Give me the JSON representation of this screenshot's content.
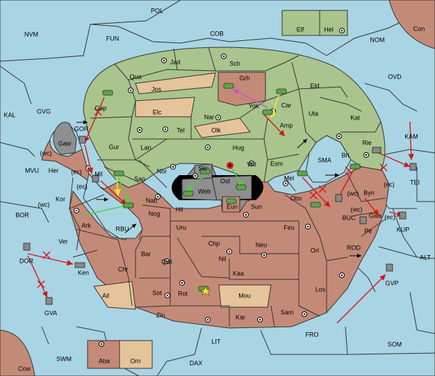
{
  "map": {
    "labels": {
      "pol": "POL",
      "nvm": "NVM",
      "fun": "FUN",
      "cob": "COB",
      "nom": "NOM",
      "con": "Con",
      "elf": "Elf",
      "hel": "Hel",
      "ovd": "OVD",
      "kal": "KAL",
      "gvg": "GVG",
      "mvu": "MVU",
      "bor": "BOR",
      "kam": "KAM",
      "tei": "TEI",
      "alt": "ALT",
      "kup": "KUP",
      "buc": "BUC",
      "rod": "ROD",
      "gvp": "GVP",
      "som": "SOM",
      "fro": "FRO",
      "lit": "LIT",
      "dax": "DAX",
      "swm": "SWM",
      "cow": "Cow",
      "aba": "Aba",
      "orn": "Orn",
      "gva": "GVA",
      "dor": "DOR",
      "jad": "Jad",
      "sch": "Sch",
      "qua": "Qua",
      "grh": "Grh",
      "jos": "Jos",
      "eld": "Eld",
      "car": "Car",
      "yok": "Yok",
      "uta": "Uta",
      "kat": "Kat",
      "amp": "Amp",
      "gap": "Gap",
      "elc": "Elc",
      "nar": "Nar",
      "tel": "Tel",
      "olk": "Olk",
      "gor": "GOR",
      "gaw": "Gaw",
      "gur": "Gur",
      "lan": "Lan",
      "hug": "Hug",
      "rie": "Rie",
      "bri": "Bri",
      "sma": "SMA",
      "wc": "(wc)",
      "ec": "(ec)",
      "her": "Her",
      "nor": "Nor",
      "skr": "Skr",
      "wil": "Wil",
      "esm": "Esm",
      "mil": "Mil",
      "sap": "Sap",
      "web": "Web",
      "ost": "Ost",
      "mel": "Mel",
      "byn": "Byn",
      "kor": "Kor",
      "nab": "Nab",
      "eun": "Eun",
      "sun": "Sun",
      "obs": "Obs",
      "hil": "Hil",
      "nog": "Nog",
      "gwa": "Gwa",
      "ark": "Ark",
      "rbu": "RBU",
      "uru": "Uru",
      "feu": "Feu",
      "pir": "Pir",
      "ver": "Ver",
      "chp": "Chp",
      "neu": "Neu",
      "bar": "Bar",
      "qwi": "Qwi",
      "nil": "Nil",
      "orl": "Orl",
      "ken": "Ken",
      "chr": "Chr",
      "kaa": "Kaa",
      "ail": "Ail",
      "sot": "Sot",
      "rot": "Rot",
      "mou": "Mou",
      "los": "Los",
      "zin": "Zin",
      "kar": "Kar",
      "sam": "Sam"
    },
    "colors": {
      "sea": "#a9d4e4",
      "green_power": "#a9c48c",
      "red_power": "#c48a78",
      "neutral": "#e6c49a",
      "dislodged": "#8f8f8f",
      "army_green": "#5fa24d",
      "unit_grey": "#8a8a8a",
      "move_red": "#d01818",
      "support_green": "#49d33a",
      "convoy_yellow": "#f3e32a",
      "support_magenta": "#d050c8"
    },
    "icons": {
      "supply_center": "circle-dot",
      "army": "tank",
      "fleet": "ship",
      "convoy_swap": "double-arrow",
      "failed_order": "red-x",
      "explosion": "burst",
      "build": "star"
    }
  }
}
